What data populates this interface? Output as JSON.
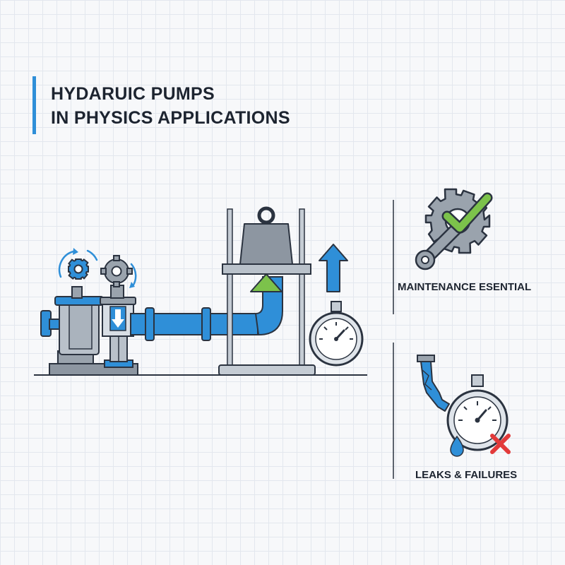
{
  "title": {
    "line1": "HYDARUIC PUMPS",
    "line2": "IN PHYSICS APPLICATIONS"
  },
  "panels": {
    "maintenance": {
      "label": "MAINTENANCE ESENTIAL"
    },
    "failures": {
      "label": "LEAKS & FAILURES"
    }
  },
  "colors": {
    "accent_blue": "#2f8fd8",
    "outline": "#2b3340",
    "steel_gray": "#9aa3ad",
    "check_green": "#7cc24b",
    "alert_red": "#e23a3a"
  },
  "icons": [
    "gear-icon",
    "rotation-arrow-icon",
    "down-arrow-icon",
    "up-arrow-icon",
    "pressure-gauge-icon",
    "wrench-icon",
    "checkmark-icon",
    "broken-pipe-icon",
    "water-drop-icon",
    "red-x-icon"
  ]
}
